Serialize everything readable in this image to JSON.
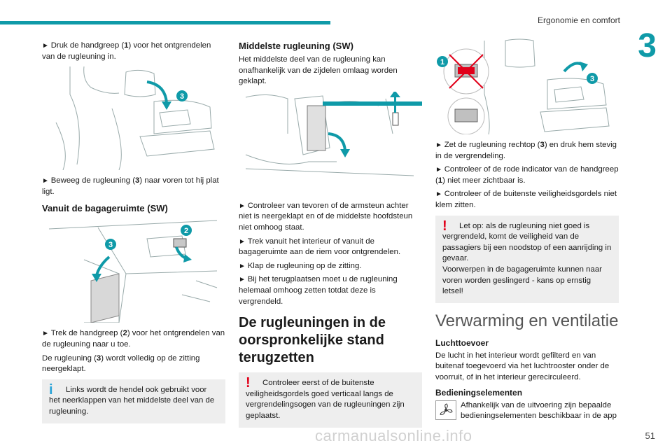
{
  "header": {
    "section_title": "Ergonomie en comfort",
    "chapter_number": "3"
  },
  "footer": {
    "page_number": "51",
    "watermark": "carmanualsonline.info"
  },
  "col1": {
    "p1_pre": "Druk de handgreep (",
    "p1_num": "1",
    "p1_post": ") voor het ontgrendelen van de rugleuning in.",
    "p2_pre": "Beweeg de rugleuning (",
    "p2_num": "3",
    "p2_post": ") naar voren tot hij plat ligt.",
    "heading": "Vanuit de bagageruimte (SW)",
    "p3_pre": "Trek de handgreep (",
    "p3_num": "2",
    "p3_post": ") voor het ontgrendelen van de rugleuning naar u toe.",
    "p4_pre": "De rugleuning (",
    "p4_num": "3",
    "p4_post": ") wordt volledig op de zitting neergeklapt.",
    "info_note": "Links wordt de hendel ook gebruikt voor het neerklappen van het middelste deel van de rugleuning.",
    "callouts": {
      "c3a": "3",
      "c2": "2",
      "c3b": "3"
    }
  },
  "col2": {
    "heading": "Middelste rugleuning (SW)",
    "intro": "Het middelste deel van de rugleuning kan onafhankelijk van de zijdelen omlaag worden geklapt.",
    "b1": "Controleer van tevoren of de armsteun achter niet is neergeklapt en of de middelste hoofdsteun niet omhoog staat.",
    "b2": "Trek vanuit het interieur of vanuit de bagageruimte aan de riem voor ontgrendelen.",
    "b3": "Klap de rugleuning op de zitting.",
    "b4": "Bij het terugplaatsen moet u de rugleuning helemaal omhoog zetten totdat deze is vergrendeld.",
    "heading2": "De rugleuningen in de oorspronkelijke stand terugzetten",
    "warn_note": "Controleer eerst of de buitenste veiligheidsgordels goed verticaal langs de vergrendelingsogen van de rugleuningen zijn geplaatst."
  },
  "col3": {
    "b1_pre": "Zet de rugleuning rechtop (",
    "b1_num": "3",
    "b1_post": ") en druk hem stevig in de vergrendeling.",
    "b2_pre": "Controleer of de rode indicator van de handgreep (",
    "b2_num": "1",
    "b2_post": ") niet meer zichtbaar is.",
    "b3": "Controleer of de buitenste veiligheidsgordels niet klem zitten.",
    "warn1": "Let op: als de rugleuning niet goed is vergrendeld, komt de veiligheid van de passagiers bij een noodstop of een aanrijding in gevaar.",
    "warn2": "Voorwerpen in de bagageruimte kunnen naar voren worden geslingerd - kans op ernstig letsel!",
    "big_heading": "Verwarming en ventilatie",
    "sub1": "Luchttoevoer",
    "p1": "De lucht in het interieur wordt gefilterd en van buitenaf toegevoerd via het luchtrooster onder de voorruit, of in het interieur gerecirculeerd.",
    "sub2": "Bedieningselementen",
    "p2": "Afhankelijk van de uitvoering zijn bepaalde bedieningselementen beschikbaar in de app",
    "callouts": {
      "c1": "1",
      "c3": "3"
    }
  },
  "colors": {
    "accent": "#0f9aa8",
    "info": "#2aa4d8",
    "warning": "#e1001a"
  }
}
